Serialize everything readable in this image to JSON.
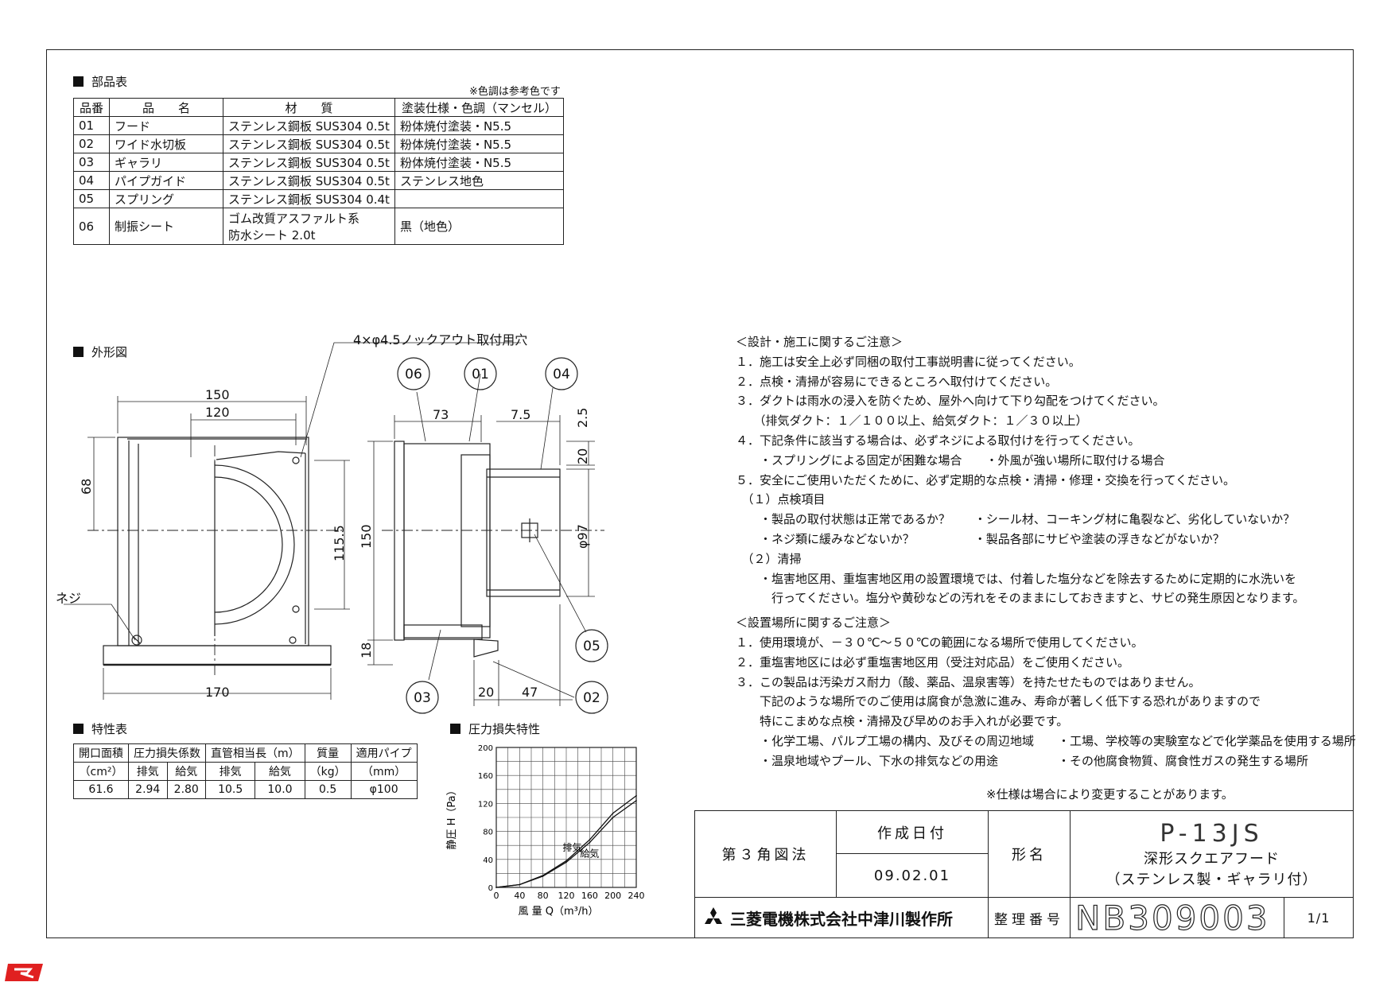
{
  "parts": {
    "title": "部品表",
    "note": "※色調は参考色です",
    "headers": [
      "品番",
      "品　　名",
      "材　　質",
      "塗装仕様・色調（マンセル）"
    ],
    "rows": [
      {
        "no": "01",
        "name": "フード",
        "material": "ステンレス鋼板 SUS304 0.5t",
        "finish": "粉体焼付塗装・N5.5"
      },
      {
        "no": "02",
        "name": "ワイド水切板",
        "material": "ステンレス鋼板 SUS304 0.5t",
        "finish": "粉体焼付塗装・N5.5"
      },
      {
        "no": "03",
        "name": "ギャラリ",
        "material": "ステンレス鋼板 SUS304 0.5t",
        "finish": "粉体焼付塗装・N5.5"
      },
      {
        "no": "04",
        "name": "パイプガイド",
        "material": "ステンレス鋼板 SUS304 0.5t",
        "finish": "ステンレス地色"
      },
      {
        "no": "05",
        "name": "スプリング",
        "material": "ステンレス鋼板 SUS304 0.4t",
        "finish": ""
      },
      {
        "no": "06",
        "name": "制振シート",
        "material": "ゴム改質アスファルト系",
        "material2": "防水シート 2.0t",
        "finish": "黒（地色）"
      }
    ]
  },
  "outline": {
    "title": "外形図",
    "knockout": "4×φ4.5ノックアウト取付用穴",
    "screw": "ネジ",
    "dims": {
      "d150": "150",
      "d120": "120",
      "d68": "68",
      "d115": "115.5",
      "d170": "170",
      "s150": "150",
      "s73": "73",
      "s7": "7.5",
      "s2": "2.5",
      "s20": "20",
      "s97": "φ97",
      "s18": "18",
      "b20": "20",
      "b47": "47"
    },
    "balloons": [
      "06",
      "01",
      "04",
      "05",
      "03",
      "02"
    ]
  },
  "spec": {
    "title": "特性表",
    "h1": [
      "開口面積",
      "圧力損失係数",
      "直管相当長（m）",
      "質量",
      "適用パイプ"
    ],
    "h2": [
      "（cm²）",
      "排気",
      "給気",
      "排気",
      "給気",
      "（kg）",
      "（mm）"
    ],
    "values": [
      "61.6",
      "2.94",
      "2.80",
      "10.5",
      "10.0",
      "0.5",
      "φ100"
    ]
  },
  "chart_data": {
    "type": "line",
    "title": "圧力損失特性",
    "xlabel": "風 量 Q（m³/h）",
    "ylabel": "静圧 H（Pa）",
    "xlim": [
      0,
      240
    ],
    "ylim": [
      0,
      200
    ],
    "xticks": [
      "0",
      "40",
      "80",
      "120",
      "160",
      "200",
      "240"
    ],
    "yticks": [
      "0",
      "40",
      "80",
      "120",
      "160",
      "200"
    ],
    "grid": true,
    "series": [
      {
        "name": "排気",
        "x": [
          0,
          40,
          80,
          120,
          160,
          200,
          240
        ],
        "y": [
          0,
          4,
          17,
          38,
          68,
          106,
          131
        ]
      },
      {
        "name": "給気",
        "x": [
          0,
          40,
          80,
          120,
          160,
          200,
          240
        ],
        "y": [
          0,
          4,
          16,
          36,
          64,
          100,
          124
        ]
      }
    ]
  },
  "notes": {
    "lines": [
      "＜設計・施工に関するご注意＞",
      "１．施工は安全上必ず同梱の取付工事説明書に従ってください。",
      "２．点検・清掃が容易にできるところへ取付けてください。",
      "３．ダクトは雨水の浸入を防ぐため、屋外へ向けて下り勾配をつけてください。",
      "　　（排気ダクト：１／１００以上、給気ダクト：１／３０以上）",
      "４．下記条件に該当する場合は、必ずネジによる取付けを行ってください。",
      "　　・スプリングによる固定が困難な場合　　・外風が強い場所に取付ける場合",
      "５．安全にご使用いただくために、必ず定期的な点検・清掃・修理・交換を行ってください。",
      "　（１）点検項目",
      "　　・製品の取付状態は正常であるか？　　・シール材、コーキング材に亀裂など、劣化していないか？",
      "　　・ネジ類に緩みなどないか？　　　　　・製品各部にサビや塗装の浮きなどがないか？",
      "　（２）清掃",
      "　　・塩害地区用、重塩害地区用の設置環境では、付着した塩分などを除去するために定期的に水洗いを",
      "　　　行ってください。塩分や黄砂などの汚れをそのままにしておきますと、サビの発生原因となります。",
      "＜設置場所に関するご注意＞",
      "１．使用環境が、－３０℃～５０℃の範囲になる場所で使用してください。",
      "２．重塩害地区には必ず重塩害地区用（受注対応品）をご使用ください。",
      "３．この製品は汚染ガス耐力（酸、薬品、温泉害等）を持たせたものではありません。",
      "　　下記のような場所でのご使用は腐食が急激に進み、寿命が著しく低下する恐れがありますので",
      "　　特にこまめな点検・清掃及び早めのお手入れが必要です。",
      "　　・化学工場、パルプ工場の構内、及びその周辺地域　　・工場、学校等の実験室などで化学薬品を使用する場所",
      "　　・温泉地域やプール、下水の排気などの用途　　　　　・その他腐食物質、腐食性ガスの発生する場所"
    ],
    "spec_change": "※仕様は場合により変更することがあります。"
  },
  "titleblock": {
    "projection": "第３角図法",
    "date_label": "作成日付",
    "date": "09.02.01",
    "model_label": "形名",
    "model": "P-13JS",
    "desc1": "深形スクエアフード",
    "desc2": "（ステンレス製・ギャラリ付）",
    "company": "三菱電機株式会社中津川製作所",
    "number_label": "整理番号",
    "number": "NB309003",
    "sheet": "1/1"
  }
}
